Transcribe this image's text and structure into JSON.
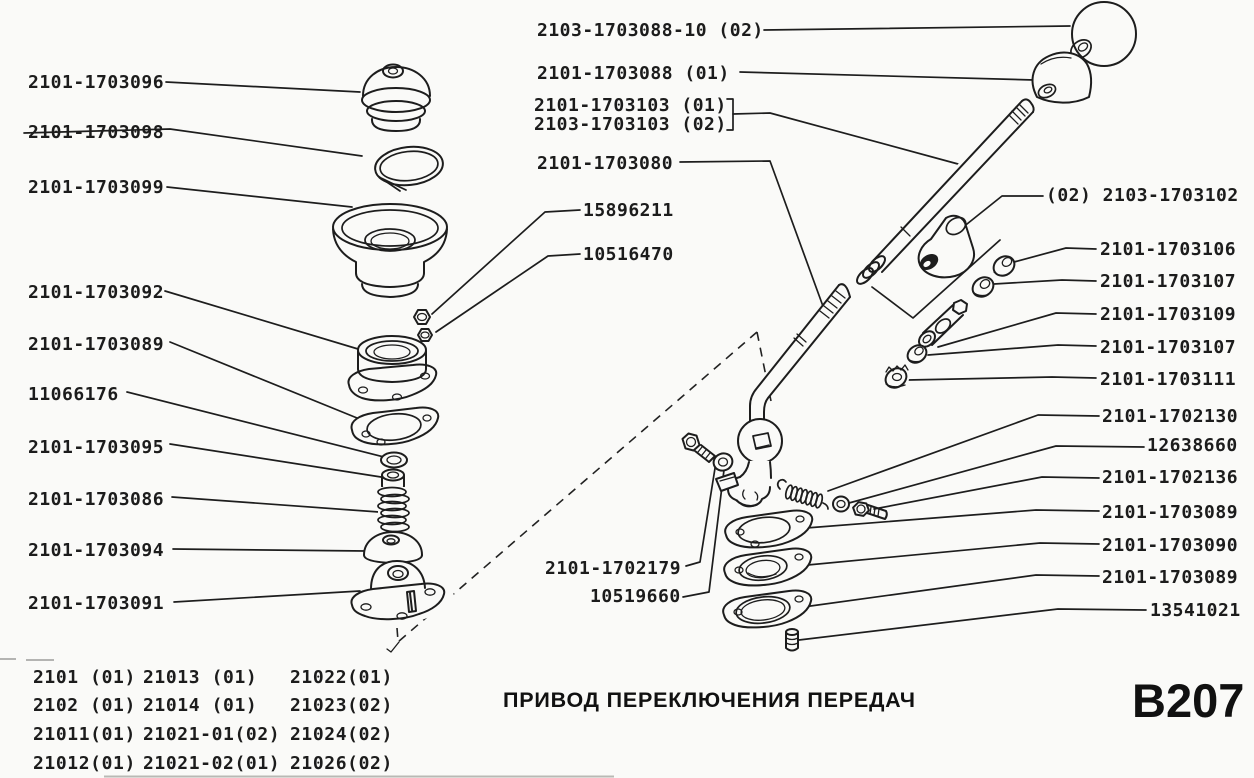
{
  "page": {
    "title": "ПРИВОД ПЕРЕКЛЮЧЕНИЯ ПЕРЕДАЧ",
    "page_code": "B207"
  },
  "callouts": {
    "left": [
      "2101-1703096",
      "2101-1703098",
      "2101-1703099",
      "2101-1703092",
      "2101-1703089",
      "11066176",
      "2101-1703095",
      "2101-1703086",
      "2101-1703094",
      "2101-1703091"
    ],
    "top": [
      "2103-1703088-10 (02)",
      "2101-1703088  (01)",
      "2101-1703103 (01)",
      "2103-1703103 (02)",
      "2101-1703080"
    ],
    "center": [
      "15896211",
      "10516470",
      "2101-1702179",
      "10519660"
    ],
    "right": [
      "(02) 2103-1703102",
      "2101-1703106",
      "2101-1703107",
      "2101-1703109",
      "2101-1703107",
      "2101-1703111",
      "2101-1702130",
      "12638660",
      "2101-1702136",
      "2101-1703089",
      "2101-1703090",
      "2101-1703089",
      "13541021"
    ]
  },
  "applicability_table": {
    "rows": [
      [
        "2101 (01)",
        "21013   (01)",
        "21022(01)"
      ],
      [
        "2102 (01)",
        "21014   (01)",
        "21023(02)"
      ],
      [
        "21011(01)",
        "21021-01(02)",
        "21024(02)"
      ],
      [
        "21012(01)",
        "21021-02(01)",
        "21026(02)"
      ]
    ]
  }
}
